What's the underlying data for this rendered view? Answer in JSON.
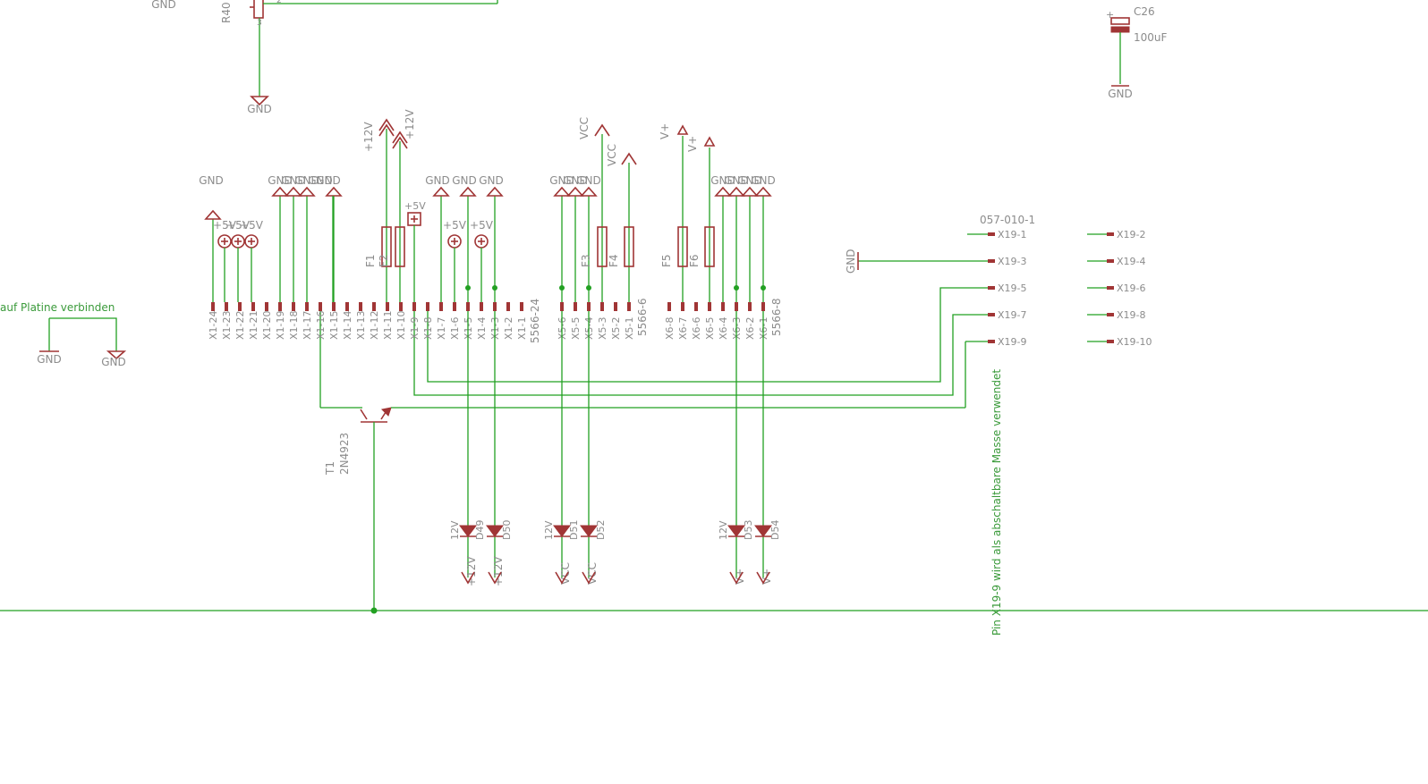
{
  "top": {
    "r40_label": "R40",
    "r40_pin": "3",
    "r40_pin2": "2",
    "gnd_top_left": "GND",
    "gnd_r40": "GND",
    "c26_name": "C26",
    "c26_value": "100uF",
    "c26_gnd": "GND",
    "c26_plus": "+"
  },
  "left": {
    "note": "auf Platine verbinden",
    "gnd_a": "GND",
    "gnd_b": "GND"
  },
  "supplies": {
    "p12a": "+12V",
    "p12b": "+12V",
    "vcc_a": "VCC",
    "vcc_b": "VCC",
    "vplus_a": "V+",
    "vplus_b": "V+",
    "p5v_box": "+5V"
  },
  "x1": {
    "name": "5566-24",
    "pins": [
      "X1-24",
      "X1-23",
      "X1-22",
      "X1-21",
      "X1-20",
      "X1-19",
      "X1-18",
      "X1-17",
      "X1-16",
      "X1-15",
      "X1-14",
      "X1-13",
      "X1-12",
      "X1-11",
      "X1-10",
      "X1-9",
      "X1-8",
      "X1-7",
      "X1-6",
      "X1-5",
      "X1-4",
      "X1-3",
      "X1-2",
      "X1-1"
    ],
    "gnd_labels": [
      "GND",
      "GND",
      "GND",
      "GND",
      "GND",
      "GND",
      "GND",
      "GND",
      "GND"
    ],
    "p5v_labels": [
      "+5V",
      "+5V",
      "+5V",
      "+5V",
      "+5V"
    ]
  },
  "x5": {
    "name": "5566-6",
    "pins": [
      "X5-6",
      "X5-5",
      "X5-4",
      "X5-3",
      "X5-2",
      "X5-1"
    ],
    "gnd_labels": [
      "GND",
      "GND",
      "GND"
    ]
  },
  "x6": {
    "name": "5566-8",
    "pins": [
      "X6-8",
      "X6-7",
      "X6-6",
      "X6-5",
      "X6-4",
      "X6-3",
      "X6-2",
      "X6-1"
    ],
    "gnd_labels": [
      "GND",
      "GND",
      "GND",
      "GND"
    ]
  },
  "fuses": [
    "F1",
    "F2",
    "F3",
    "F4",
    "F5",
    "F6"
  ],
  "transistor": {
    "name": "T1",
    "type": "2N4923"
  },
  "leds": {
    "names": [
      "D49",
      "D50",
      "D51",
      "D52",
      "D53",
      "D54"
    ],
    "supply_labels": [
      "12V",
      "12V",
      "12V"
    ],
    "bottom_labels": [
      "+12V",
      "+12V",
      "VCC",
      "VCC",
      "V+",
      "V+"
    ]
  },
  "x19": {
    "name": "057-010-1",
    "gnd": "GND",
    "pins_left": [
      "X19-1",
      "X19-3",
      "X19-5",
      "X19-7",
      "X19-9"
    ],
    "pins_right": [
      "X19-2",
      "X19-4",
      "X19-6",
      "X19-8",
      "X19-10"
    ]
  },
  "note_x19": "Pin X19-9 wird als abschaltbare Masse verwendet"
}
